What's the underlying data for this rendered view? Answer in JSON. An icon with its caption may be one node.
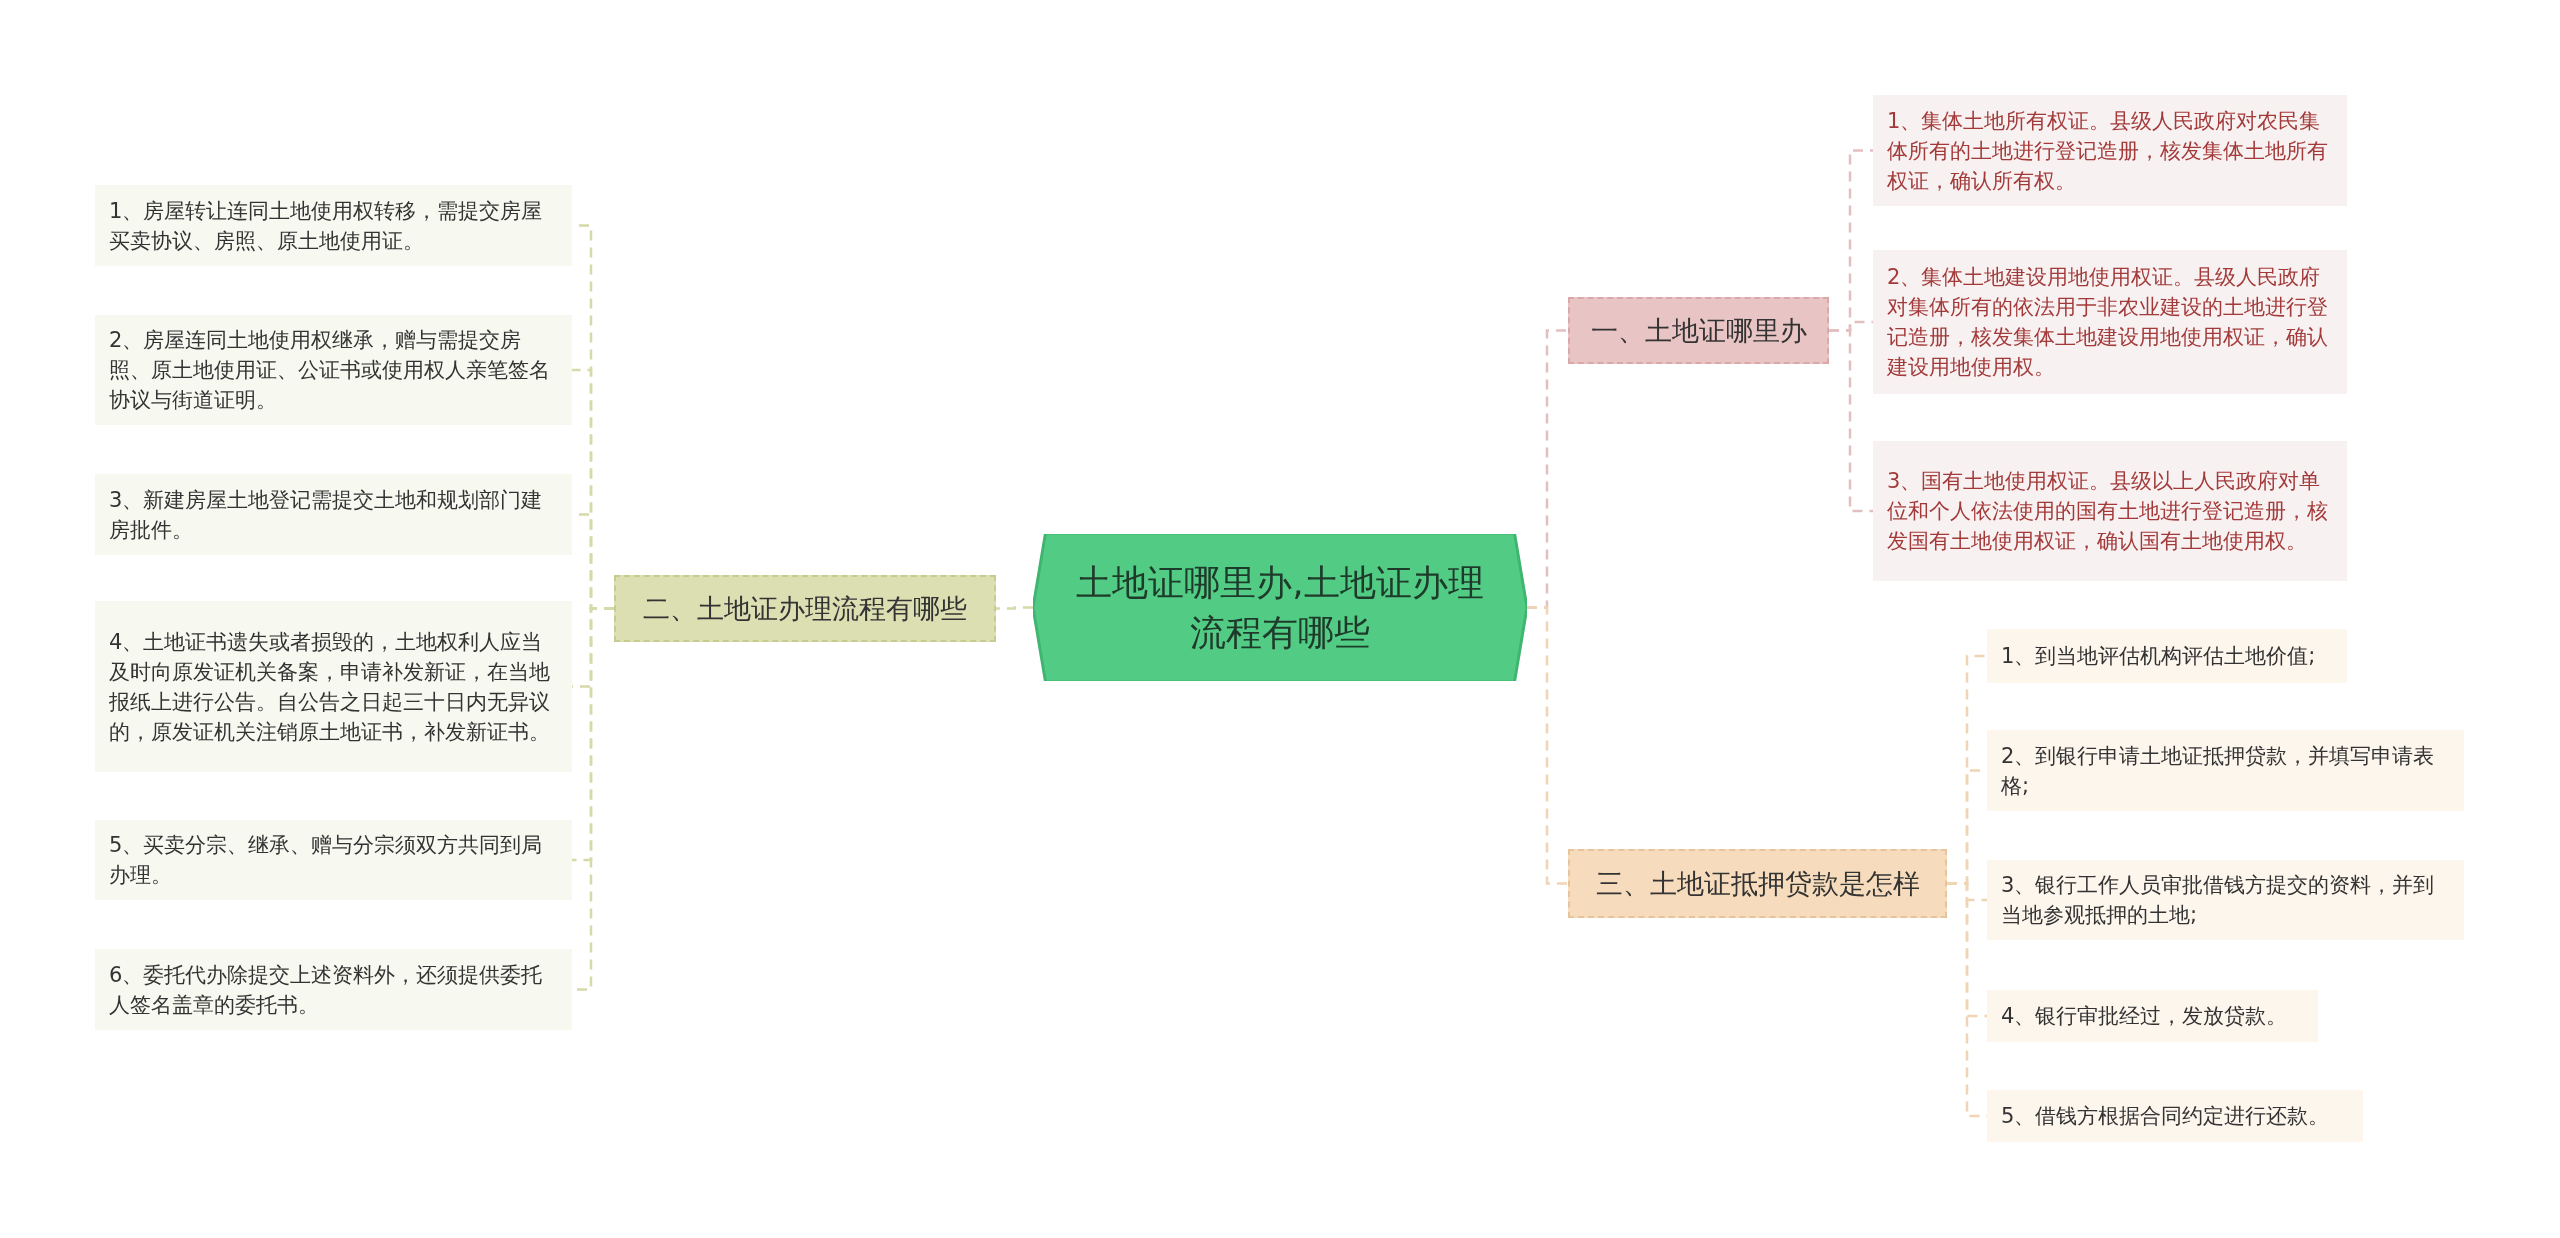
{
  "diagram": {
    "nodes": [
      {
        "text": [
          "土地证哪里办,土地证办理流程有哪些"
        ]
      },
      {
        "text": [
          "一、土地证哪里办"
        ]
      },
      {
        "text": [
          "1、集体土地所有权证。县级人民政府对农民集体所有的土地进行登记造册，核发集体土地所有权证，确认所有权。"
        ]
      },
      {
        "text": [
          "2、集体土地建设用地使用权证。县级人民政府对集体所有的依法用于非农业建设的土地进行登记造册，核发集体土地建设用地使用权证，确认建设用地使用权。"
        ]
      },
      {
        "text": [
          "3、国有土地使用权证。县级以上人民政府对单位和个人依法使用的国有土地进行登记造册，核发国有土地使用权证，确认国有土地使用权。"
        ]
      },
      {
        "text": [
          "二、土地证办理流程有哪些"
        ]
      },
      {
        "text": [
          "1、房屋转让连同土地使用权转移，需提交房屋买卖协议、房照、原土地使用证。"
        ]
      },
      {
        "text": [
          "2、房屋连同土地使用权继承，赠与需提交房照、原土地使用证、公证书或使用权人亲笔签名协议与街道证明。"
        ]
      },
      {
        "text": [
          "3、新建房屋土地登记需提交土地和规划部门建房批件。"
        ]
      },
      {
        "text": [
          "4、土地证书遗失或者损毁的，土地权利人应当及时向原发证机关备案，申请补发新证，在当地报纸上进行公告。自公告之日起三十日内无异议的，原发证机关注销原土地证书，补发新证书。"
        ]
      },
      {
        "text": [
          "5、买卖分宗、继承、赠与分宗须双方共同到局办理。"
        ]
      },
      {
        "text": [
          "6、委托代办除提交上述资料外，还须提供委托人签名盖章的委托书。"
        ]
      },
      {
        "text": [
          "三、土地证抵押贷款是怎样"
        ]
      },
      {
        "text": [
          "1、到当地评估机构评估土地价值;"
        ]
      },
      {
        "text": [
          "2、到银行申请土地证抵押贷款，并填写申请表格;"
        ]
      },
      {
        "text": [
          "3、银行工作人员审批借钱方提交的资料，并到当地参观抵押的土地;"
        ]
      },
      {
        "text": [
          "4、银行审批经过，发放贷款。"
        ]
      },
      {
        "text": [
          "5、借钱方根据合同约定进行还款。"
        ]
      }
    ],
    "edges": [
      {
        "from": 0,
        "to": 1,
        "arrow": "none",
        "style": "dashed",
        "color": "#e3c0c0"
      },
      {
        "from": 1,
        "to": 2,
        "arrow": "none",
        "style": "dashed",
        "color": "#e3c0c0"
      },
      {
        "from": 1,
        "to": 3,
        "arrow": "none",
        "style": "dashed",
        "color": "#e3c0c0"
      },
      {
        "from": 1,
        "to": 4,
        "arrow": "none",
        "style": "dashed",
        "color": "#e3c0c0"
      },
      {
        "from": 0,
        "to": 5,
        "arrow": "none",
        "style": "dashed",
        "color": "#d6d9a8"
      },
      {
        "from": 5,
        "to": 6,
        "arrow": "none",
        "style": "dashed",
        "color": "#d6d9a8"
      },
      {
        "from": 5,
        "to": 7,
        "arrow": "none",
        "style": "dashed",
        "color": "#d6d9a8"
      },
      {
        "from": 5,
        "to": 8,
        "arrow": "none",
        "style": "dashed",
        "color": "#d6d9a8"
      },
      {
        "from": 5,
        "to": 9,
        "arrow": "none",
        "style": "dashed",
        "color": "#d6d9a8"
      },
      {
        "from": 5,
        "to": 10,
        "arrow": "none",
        "style": "dashed",
        "color": "#d6d9a8"
      },
      {
        "from": 5,
        "to": 11,
        "arrow": "none",
        "style": "dashed",
        "color": "#d6d9a8"
      },
      {
        "from": 0,
        "to": 12,
        "arrow": "none",
        "style": "dashed",
        "color": "#f0d4b4"
      },
      {
        "from": 12,
        "to": 13,
        "arrow": "none",
        "style": "dashed",
        "color": "#f0d4b4"
      },
      {
        "from": 12,
        "to": 14,
        "arrow": "none",
        "style": "dashed",
        "color": "#f0d4b4"
      },
      {
        "from": 12,
        "to": 15,
        "arrow": "none",
        "style": "dashed",
        "color": "#f0d4b4"
      },
      {
        "from": 12,
        "to": 16,
        "arrow": "none",
        "style": "dashed",
        "color": "#f0d4b4"
      },
      {
        "from": 12,
        "to": 17,
        "arrow": "none",
        "style": "dashed",
        "color": "#f0d4b4"
      }
    ]
  }
}
